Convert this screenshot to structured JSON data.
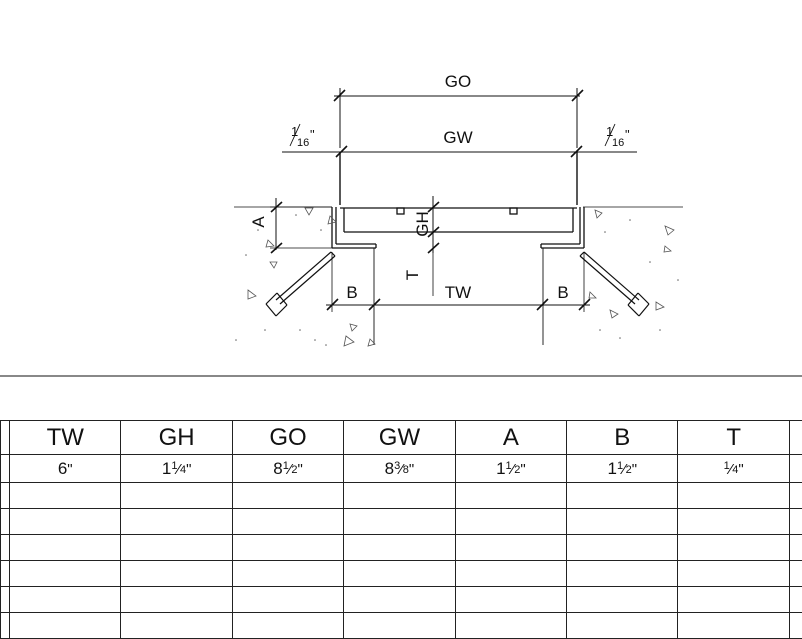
{
  "drawing": {
    "labels": {
      "go": "GO",
      "gw": "GW",
      "tw": "TW",
      "gh": "GH",
      "a": "A",
      "b_left": "B",
      "b_right": "B",
      "t": "T"
    },
    "clearance_left": {
      "whole": "",
      "num": "1",
      "den": "16",
      "unit": "\""
    },
    "clearance_right": {
      "whole": "",
      "num": "1",
      "den": "16",
      "unit": "\""
    }
  },
  "table": {
    "columns": [
      {
        "header": "TW",
        "value": {
          "whole": "6",
          "num": "",
          "den": "",
          "unit": "\""
        }
      },
      {
        "header": "GH",
        "value": {
          "whole": "1",
          "num": "1",
          "den": "4",
          "unit": "\""
        }
      },
      {
        "header": "GO",
        "value": {
          "whole": "8",
          "num": "1",
          "den": "2",
          "unit": "\""
        }
      },
      {
        "header": "GW",
        "value": {
          "whole": "8",
          "num": "3",
          "den": "8",
          "unit": "\""
        }
      },
      {
        "header": "A",
        "value": {
          "whole": "1",
          "num": "1",
          "den": "2",
          "unit": "\""
        }
      },
      {
        "header": "B",
        "value": {
          "whole": "1",
          "num": "1",
          "den": "2",
          "unit": "\""
        }
      },
      {
        "header": "T",
        "value": {
          "whole": "",
          "num": "1",
          "den": "4",
          "unit": "\""
        }
      }
    ],
    "blank_rows": 6
  }
}
